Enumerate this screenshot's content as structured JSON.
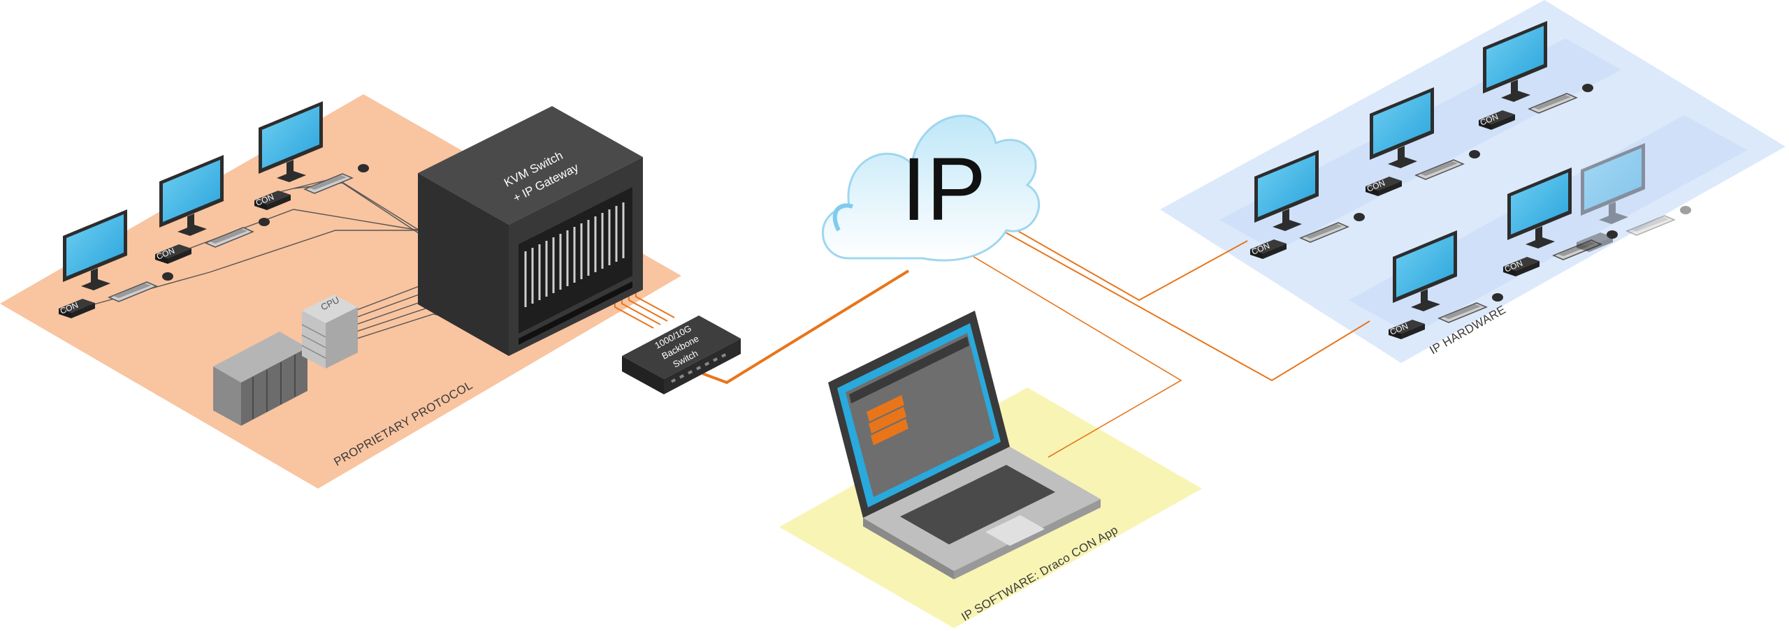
{
  "zones": {
    "proprietary": "PROPRIETARY PROTOCOL",
    "ip_hardware": "IP HARDWARE",
    "ip_software": "IP SOFTWARE: Draco CON App"
  },
  "devices": {
    "kvm_line1": "KVM Switch",
    "kvm_line2": "+ IP Gateway",
    "switch_line1": "1000/10G",
    "switch_line2": "Backbone",
    "switch_line3": "Switch",
    "cpu": "CPU",
    "con": "CON"
  },
  "cloud": {
    "label": "IP"
  },
  "colors": {
    "proprietary_zone": "#f9c4a0",
    "hardware_zone": "#dce9fb",
    "software_zone": "#f8f4b4",
    "link_orange": "#e8751a",
    "screen_blue": "#3db4e6",
    "device_dark": "#3a3a3a"
  },
  "icons": [
    "monitor-icon",
    "keyboard-icon",
    "mouse-icon",
    "con-extender-icon",
    "cpu-icon",
    "server-rack-icon",
    "kvm-chassis-icon",
    "network-switch-icon",
    "ip-cloud-icon",
    "laptop-icon"
  ]
}
